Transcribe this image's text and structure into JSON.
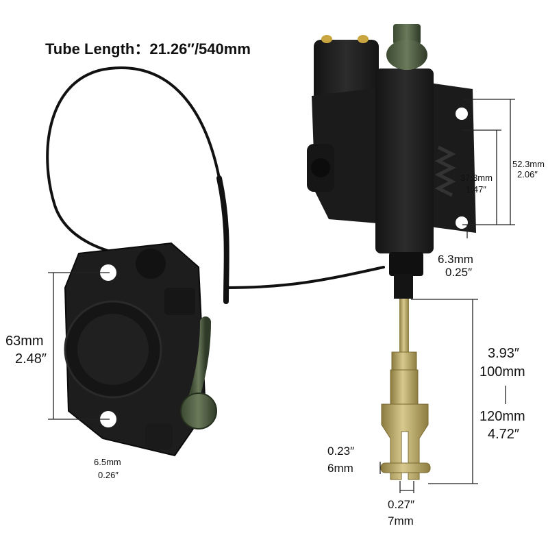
{
  "tube_length": "Tube Length：21.26″/540mm",
  "dims": {
    "caliper_mount_mm": "63mm",
    "caliper_mount_in": "2.48″",
    "caliper_hole_mm": "6.5mm",
    "caliper_hole_in": "0.26″",
    "mc_hole_spacing_mm": "52.3mm",
    "mc_hole_spacing_in": "2.06″",
    "mc_inner_mm": "37.3mm",
    "mc_inner_in": "1.47″",
    "mc_hole_mm": "6.3mm",
    "mc_hole_in": "0.25″",
    "rod_min_in": "3.93″",
    "rod_min_mm": "100mm",
    "rod_max_mm": "120mm",
    "rod_max_in": "4.72″",
    "clevis_pin_in": "0.23″",
    "clevis_pin_mm": "6mm",
    "clevis_slot_in": "0.27″",
    "clevis_slot_mm": "7mm"
  }
}
